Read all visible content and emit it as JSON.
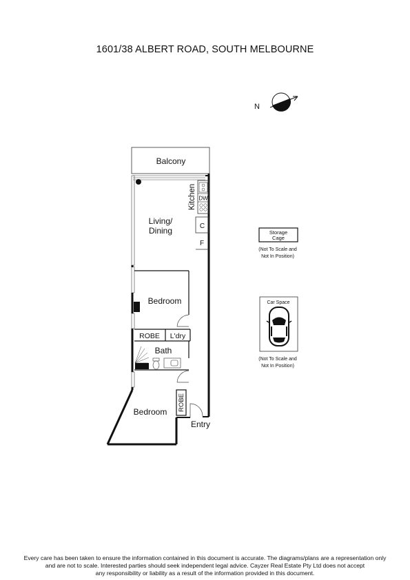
{
  "title": "1601/38 ALBERT ROAD, SOUTH MELBOURNE",
  "compass": {
    "label": "N",
    "icon": "north-arrow-compass-icon"
  },
  "rooms": {
    "balcony": "Balcony",
    "kitchen": "Kitchen",
    "dishwasher": "DW",
    "cupboard": "C",
    "fridge": "F",
    "living_line1": "Living/",
    "living_line2": "Dining",
    "bedroom_1": "Bedroom",
    "robe_1": "ROBE",
    "laundry": "L'dry",
    "bath": "Bath",
    "robe_2": "ROBE",
    "bedroom_2": "Bedroom",
    "entry": "Entry"
  },
  "storage": {
    "label_line1": "Storage",
    "label_line2": "Cage",
    "note_line1": "(Not To Scale and",
    "note_line2": "Not In Position)"
  },
  "car_space": {
    "label": "Car Space",
    "icon": "car-icon",
    "note_line1": "(Not To Scale and",
    "note_line2": "Not In Position)"
  },
  "disclaimer": {
    "line1": "Every care has been taken to ensure the information contained in this document is accurate. The diagrams/plans are a representation only",
    "line2": "and are not to scale. Interested parties should seek independent legal advice. Cayzer Real Estate Pty Ltd does not accept",
    "line3": "any responsibility or liability as a result of the information provided in this document."
  }
}
